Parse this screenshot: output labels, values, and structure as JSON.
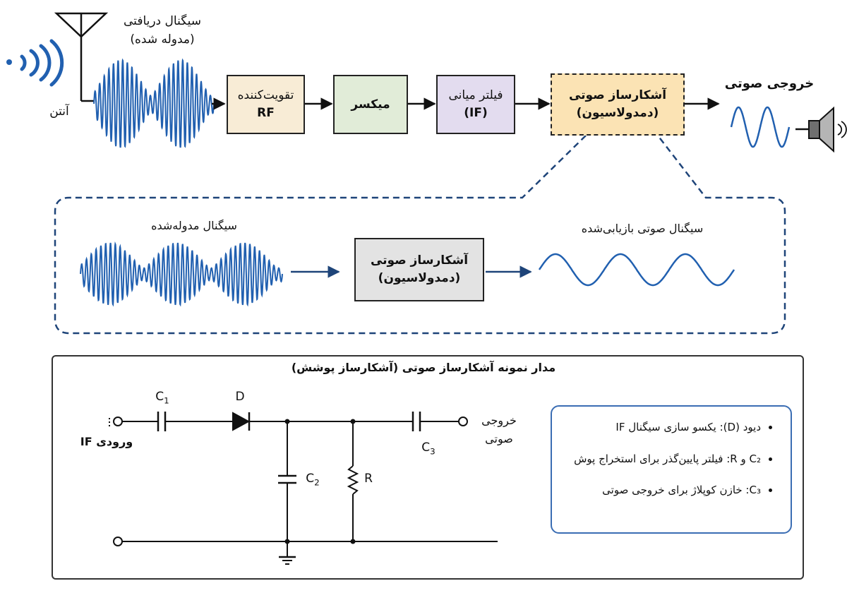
{
  "antenna": {
    "label": "آنتن",
    "signal_title_line1": "سیگنال دریافتی",
    "signal_title_line2": "(مدوله شده)"
  },
  "pipeline": {
    "blocks": [
      {
        "line1": "تقویت‌کننده",
        "line2": "RF",
        "color": "#f8ecd6"
      },
      {
        "line1": "میکسر",
        "line2": "",
        "color": "#e1ecd8"
      },
      {
        "line1": "فیلتر میانی",
        "line2": "(IF)",
        "color": "#e3dcef"
      },
      {
        "line1": "آشکارساز صوتی",
        "line2": "(دمدولاسیون)",
        "color": "#fbe3b4"
      }
    ],
    "output_label": "خروجی صوتی"
  },
  "detail": {
    "input_label": "سیگنال مدوله‌شده",
    "block_line1": "آشکارساز صوتی",
    "block_line2": "(دمدولاسیون)",
    "block_color": "#e3e3e3",
    "output_label": "سیگنال صوتی بازیابی‌شده"
  },
  "circuit": {
    "title": "مدار نمونه آشکارساز صوتی (آشکارساز پوشش)",
    "input_label": "ورودی IF",
    "output_label_line1": "خروجی",
    "output_label_line2": "صوتی",
    "components": {
      "c1": "C1",
      "diode": "D",
      "c2": "C2",
      "r": "R",
      "c3": "C3"
    },
    "notes": [
      "دیود (D): یکسو سازی سیگنال IF",
      "C₂ و R: فیلتر پایین‌گذر برای استخراج پوش",
      "C₃: خازن کوپلاژ برای خروجی صوتی"
    ]
  },
  "colors": {
    "wave": "#2160b0",
    "dashed": "#1e4479",
    "note_border": "#3a6db3"
  }
}
